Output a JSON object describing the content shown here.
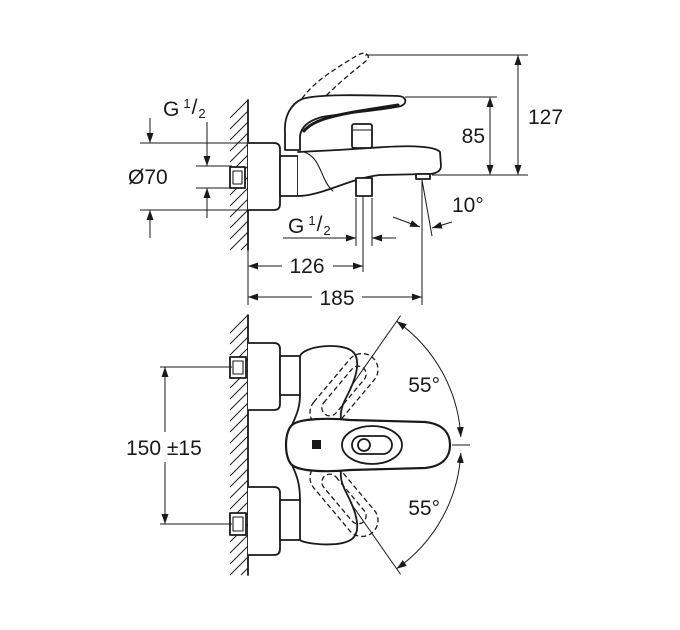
{
  "colors": {
    "ink": "#1a1a1a",
    "background": "#ffffff"
  },
  "side_view": {
    "inlet_thread": {
      "base": "G",
      "numerator": "1",
      "slash": "/",
      "denominator": "2"
    },
    "escutcheon_diameter": "Ø70",
    "overall_height": "127",
    "spout_height": "85",
    "spout_angle": "10°",
    "outlet_thread": {
      "base": "G",
      "numerator": "1",
      "slash": "/",
      "denominator": "2"
    },
    "outlet_projection": "126",
    "overall_projection": "185"
  },
  "plan_view": {
    "lever_rotation_up": "55°",
    "lever_rotation_down": "55°",
    "inlet_spacing": "150 ±15"
  }
}
